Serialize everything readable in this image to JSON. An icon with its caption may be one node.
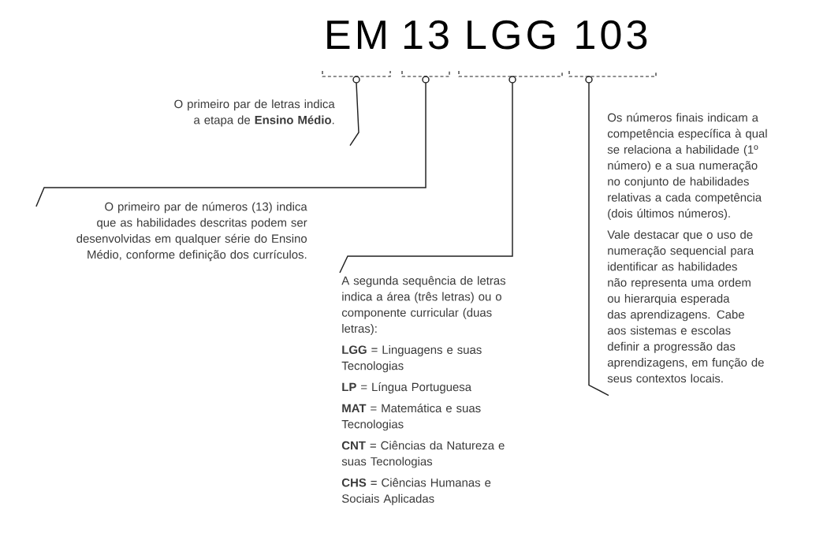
{
  "diagram": {
    "nodes": [
      {
        "text": [
          "EM"
        ]
      },
      {
        "text": [
          "13"
        ]
      },
      {
        "text": [
          "LGG"
        ]
      },
      {
        "text": [
          "103"
        ]
      },
      {
        "text": [
          "O primeiro par de letras indica a etapa de **Ensino Médio**."
        ]
      },
      {
        "text": [
          "O primeiro par de números (13) indica que as habilidades descritas podem ser desenvolvidas em qualquer série do Ensino Médio, conforme definição dos currículos."
        ]
      },
      {
        "text": [
          "A segunda sequência de letras indica a área (três letras) ou o componente curricular (duas letras):",
          "**LGG** = Linguagens e suas Tecnologias",
          "**LP** = Língua Portuguesa",
          "**MAT** = Matemática e suas Tecnologias",
          "**CNT** = Ciências da Natureza e suas Tecnologias",
          "**CHS** = Ciências Humanas e Sociais Aplicadas"
        ]
      },
      {
        "text": [
          "Os números finais indicam a competência específica à qual se relaciona a habilidade (1º número) e a sua numeração no conjunto de habilidades relativas a cada competência (dois últimos números).",
          "Vale destacar que o uso de numeração sequencial para identificar as habilidades não representa uma ordem ou hierarquia esperada das aprendizagens. Cabe aos sistemas e escolas definir a progressão das aprendizagens, em função de seus contextos locais."
        ]
      }
    ],
    "edges": [
      {
        "from": 4,
        "to": 0,
        "arrow": "none"
      },
      {
        "from": 5,
        "to": 1,
        "arrow": "none"
      },
      {
        "from": 6,
        "to": 2,
        "arrow": "none"
      },
      {
        "from": 7,
        "to": 3,
        "arrow": "none"
      }
    ]
  }
}
